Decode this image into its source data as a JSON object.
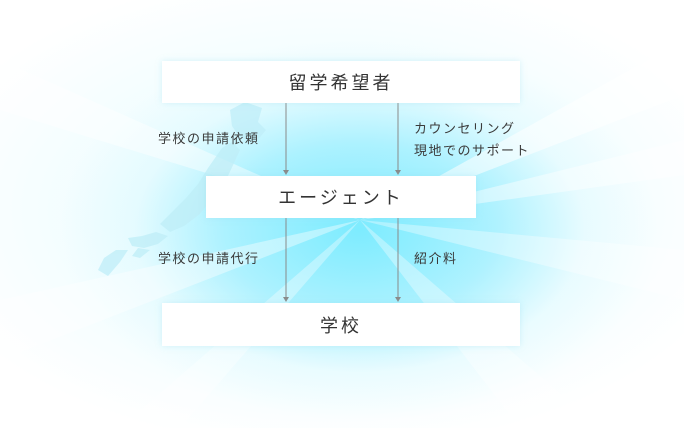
{
  "nodes": {
    "applicant": "留学希望者",
    "agent": "エージェント",
    "school": "学校"
  },
  "edges": {
    "applicant_to_agent_left": "学校の申請依頼",
    "applicant_to_agent_right_line1": "カウンセリング",
    "applicant_to_agent_right_line2": "現地でのサポート",
    "agent_to_school_left": "学校の申請代行",
    "agent_to_school_right": "紹介料"
  },
  "colors": {
    "glow": "#7eeaff",
    "box": "#ffffff",
    "arrow": "#8a8a8a"
  }
}
